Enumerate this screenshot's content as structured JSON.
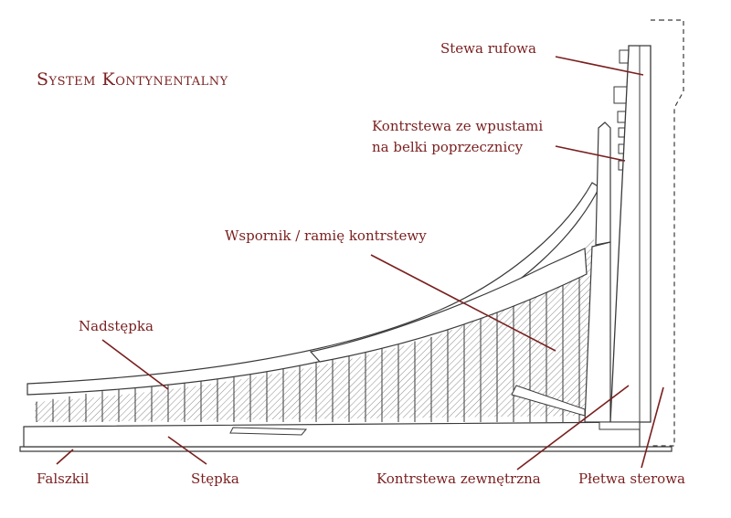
{
  "title": "System Kontynentalny",
  "labels": {
    "stewa_rufowa": "Stewa rufowa",
    "kontrstewa_1": "Kontrstewa ze wpustami",
    "kontrstewa_2": "na belki poprzecznicy",
    "wspornik": "Wspornik / ramię kontrstewy",
    "nadstepka": "Nadstępka",
    "falszkil": "Falszkil",
    "stepka": "Stępka",
    "kontrstewa_zewn": "Kontrstewa zewnętrzna",
    "pletwa": "Płetwa sterowa"
  },
  "colors": {
    "label": "#7a1f1f",
    "leader": "#7a1f1f",
    "drawing": "#3a3a3a",
    "hatch": "#8a8a8a"
  }
}
